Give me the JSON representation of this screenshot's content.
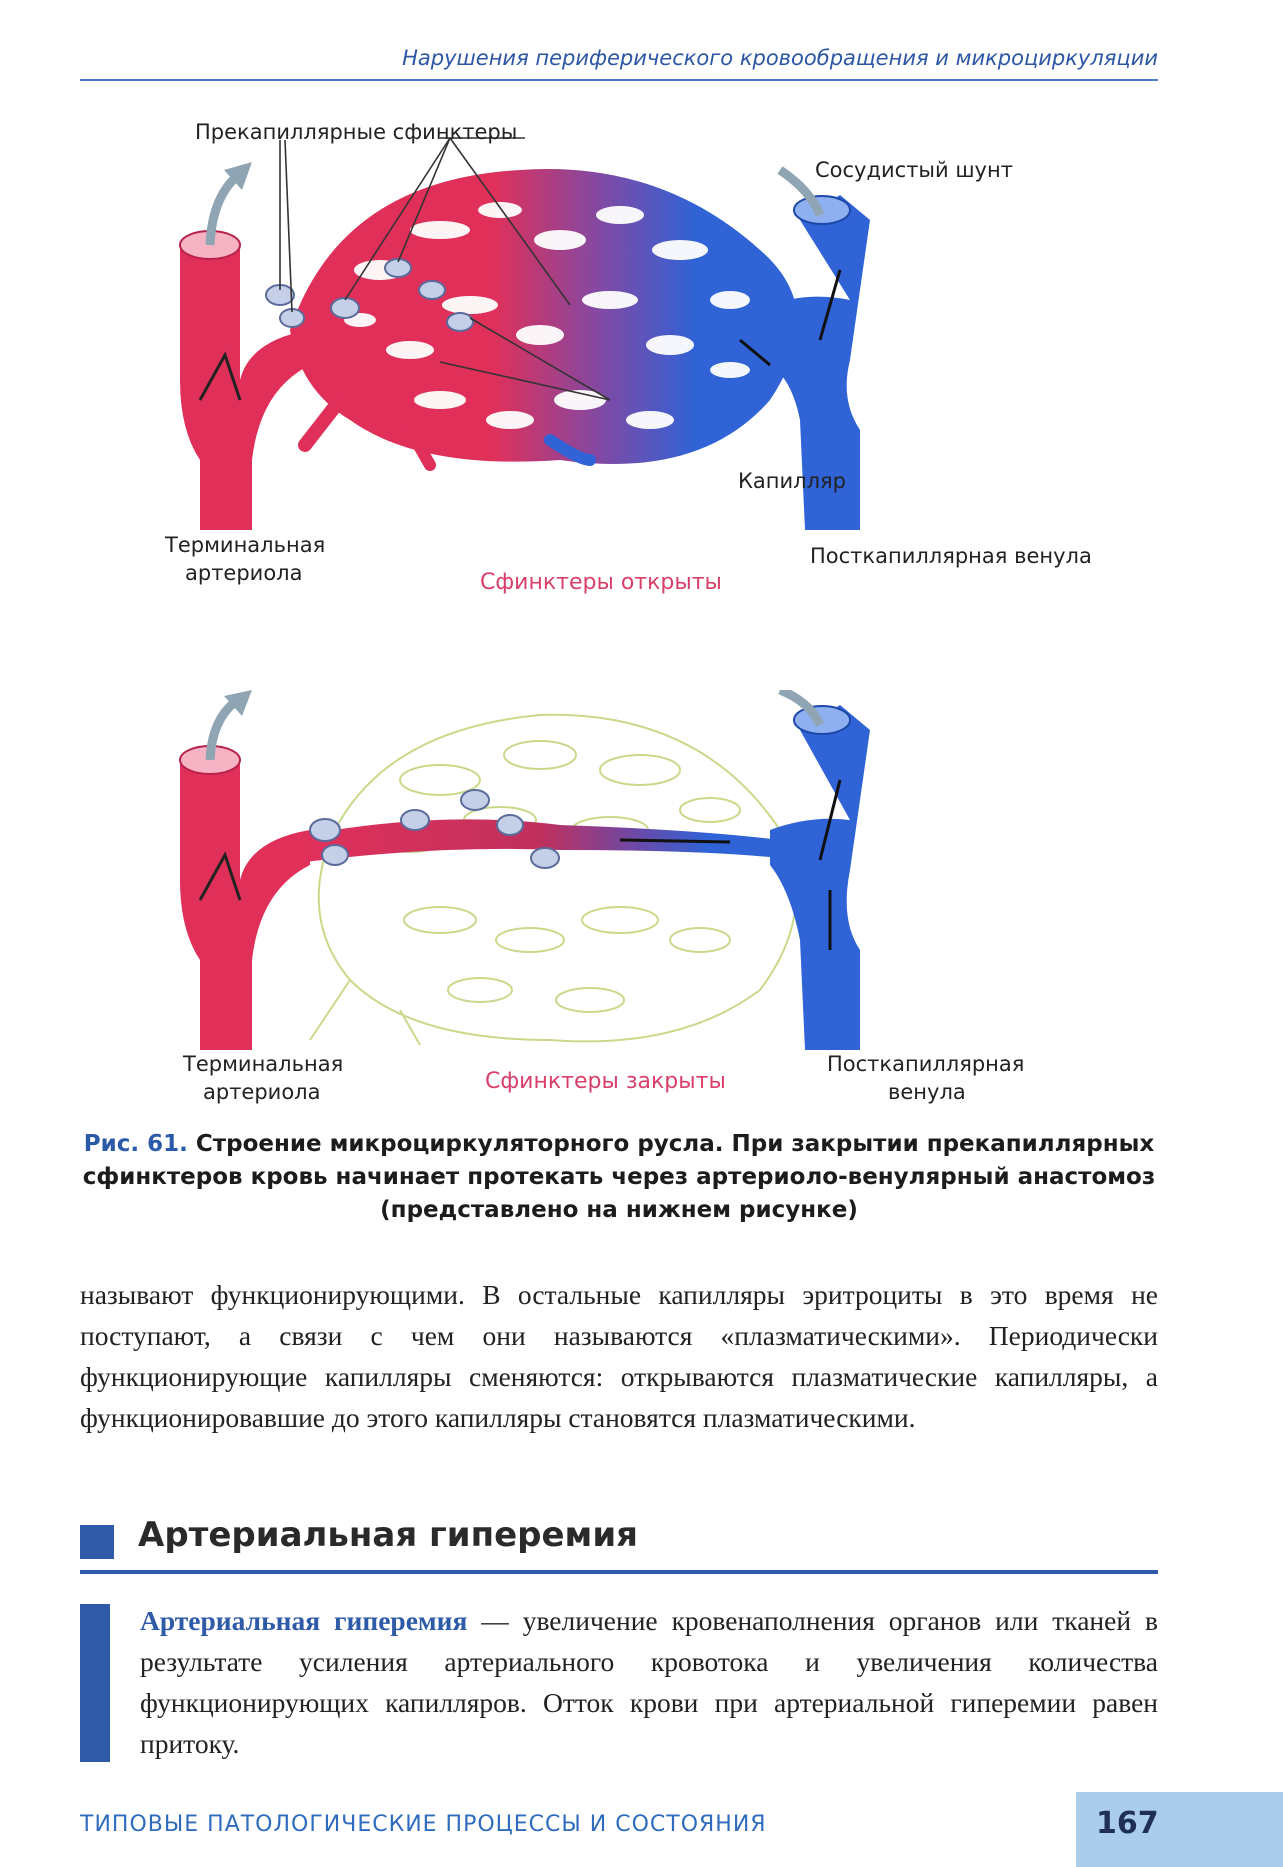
{
  "running_head": "Нарушения периферического кровообращения и микроциркуляции",
  "figure_top": {
    "label_sphincters": "Прекапиллярные сфинктеры",
    "label_shunt": "Сосудистый шунт",
    "label_capillary": "Капилляр",
    "label_arteriole_line1": "Терминальная",
    "label_arteriole_line2": "артериола",
    "label_venule": "Посткапиллярная венула",
    "label_state": "Сфинктеры открыты"
  },
  "figure_bottom": {
    "label_arteriole_line1": "Терминальная",
    "label_arteriole_line2": "артериола",
    "label_venule_line1": "Посткапиллярная",
    "label_venule_line2": "венула",
    "label_state": "Сфинктеры закрыты"
  },
  "caption": {
    "number": "Рис. 61.",
    "text": "Строение микроциркуляторного русла. При закрытии прекапиллярных сфинктеров кровь начинает протекать через артериоло-венулярный анастомоз (представлено на нижнем рисунке)"
  },
  "body_paragraph": "называют функционирующими. В остальные капилляры эритроциты в это время не поступают, а связи с чем они называются «плазматическими». Периодически функционирующие капилляры сменяются: открываются плазматические капилляры, а функционировавшие до этого капилляры становятся плазматическими.",
  "section": {
    "title": "Артериальная гиперемия"
  },
  "definition": {
    "term": "Артериальная гиперемия",
    "text": " — увеличение кровенаполнения органов или тканей в результате усиления артериального кровотока и увеличения количества функционирующих капилляров. Отток крови при артериальной гиперемии равен притоку."
  },
  "footer": {
    "text": "ТИПОВЫЕ ПАТОЛОГИЧЕСКИЕ ПРОЦЕССЫ И СОСТОЯНИЯ",
    "page_number": "167"
  },
  "colors": {
    "accent_blue": "#2f5aa8",
    "artery_red": "#e0305a",
    "vein_blue": "#2f63d6",
    "closed_capillary": "#c8d98a"
  }
}
